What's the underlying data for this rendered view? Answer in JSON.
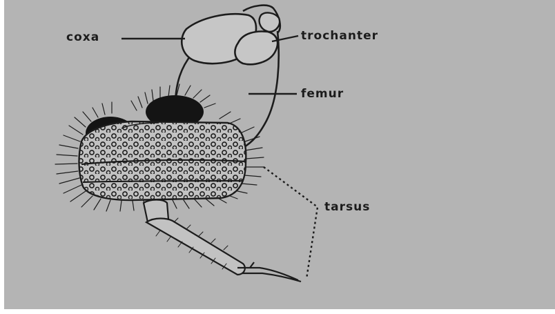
{
  "labels": {
    "coxa": "coxa",
    "trochanter": "trochanter",
    "femur": "femur",
    "tarsus": "tarsus"
  },
  "colors": {
    "background": "#b4b4b4",
    "ink": "#1c1c1c",
    "tarsus_body": "#c2c2c2",
    "pad": "#141414"
  }
}
